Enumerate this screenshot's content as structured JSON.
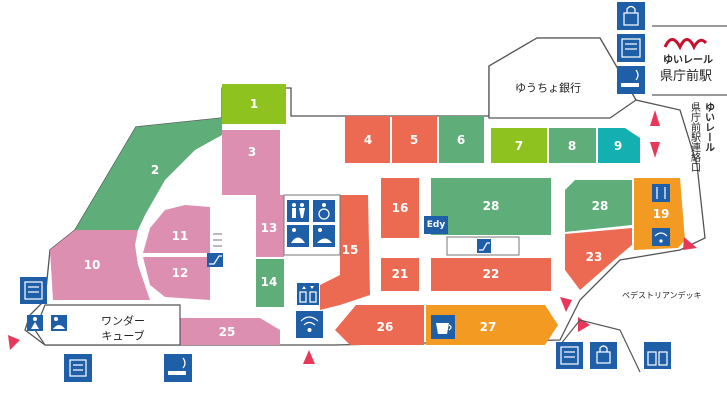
{
  "colors": {
    "green_lime": "#8dc21f",
    "green": "#5fae7a",
    "pink": "#dd8fb1",
    "red": "#ec6a52",
    "orange": "#f39a23",
    "teal": "#13afb1",
    "blue": "#1f5fa8",
    "outline": "#555555"
  },
  "stores": {
    "s1": "1",
    "s2": "2",
    "s3": "3",
    "s4": "4",
    "s5": "5",
    "s6": "6",
    "s7": "7",
    "s8": "8",
    "s9": "9",
    "s10": "10",
    "s11": "11",
    "s12": "12",
    "s13": "13",
    "s14": "14",
    "s15": "15",
    "s16": "16",
    "s19": "19",
    "s21": "21",
    "s22": "22",
    "s23": "23",
    "s25": "25",
    "s26": "26",
    "s27": "27",
    "s28a": "28",
    "s28b": "28"
  },
  "labels": {
    "bank": "ゆうちょ銀行",
    "wonder_cube_line1": "ワンダー",
    "wonder_cube_line2": "キューブ",
    "pedestrian_deck": "ペデストリアンデッキ",
    "edy": "Edy",
    "monorail_brand": "ゆいレール",
    "station_name": "県庁前駅",
    "connector_line1": "ゆいレール",
    "connector_line2": "県庁前駅連絡口"
  },
  "icons": [
    "locker-icon",
    "atm-icon",
    "smoking-icon",
    "restroom-icon",
    "accessible-restroom-icon",
    "nursing-room-icon",
    "baby-care-icon",
    "elevator-icon",
    "wifi-icon",
    "escalator-icon",
    "restaurant-icon",
    "cafe-icon",
    "monorail-logo-icon",
    "entrance-arrow-icon"
  ]
}
